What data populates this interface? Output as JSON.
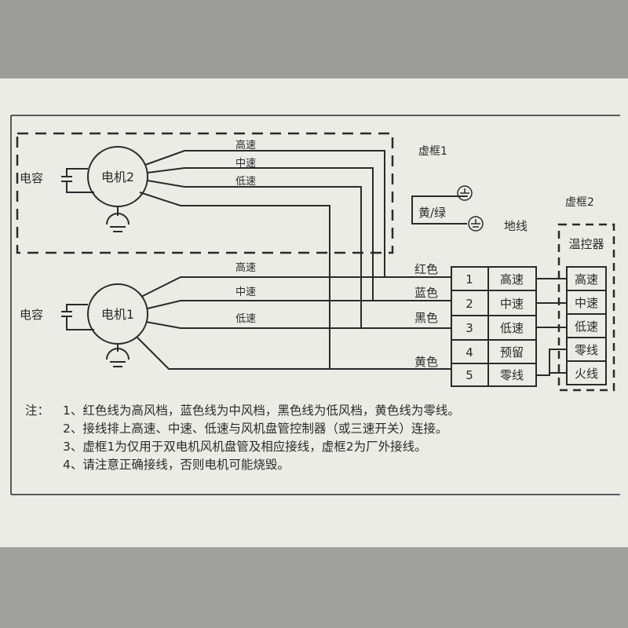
{
  "diagram": {
    "dashed_frame_1_label": "虚框1",
    "dashed_frame_2_label": "虚框2",
    "motor2": {
      "label": "电机2",
      "capacitor_label": "电容"
    },
    "motor1": {
      "label": "电机1",
      "capacitor_label": "电容"
    },
    "speed_labels": {
      "high": "高速",
      "mid": "中速",
      "low": "低速"
    },
    "ground": {
      "wire_color_label": "黄/绿",
      "label": "地线"
    },
    "wire_colors": {
      "red": "红色",
      "blue": "蓝色",
      "black": "黑色",
      "yellow": "黄色"
    },
    "terminal_block": [
      {
        "num": "1",
        "label": "高速"
      },
      {
        "num": "2",
        "label": "中速"
      },
      {
        "num": "3",
        "label": "低速"
      },
      {
        "num": "4",
        "label": "预留"
      },
      {
        "num": "5",
        "label": "零线"
      }
    ],
    "thermostat": {
      "title": "温控器",
      "terminals": [
        "高速",
        "中速",
        "低速",
        "零线",
        "火线"
      ]
    }
  },
  "notes": {
    "prefix": "注：",
    "items": [
      "1、红色线为高风档，蓝色线为中风档，黑色线为低风档，黄色线为零线。",
      "2、接线排上高速、中速、低速与风机盘管控制器（或三速开关）连接。",
      "3、虚框1为仅用于双电机风机盘管及相应接线，虚框2为厂外接线。",
      "4、请注意正确接线，否则电机可能烧毁。"
    ]
  },
  "colors": {
    "ink": "#2a2a2a",
    "paper": "#ecece6",
    "background": "#9c9c98"
  }
}
